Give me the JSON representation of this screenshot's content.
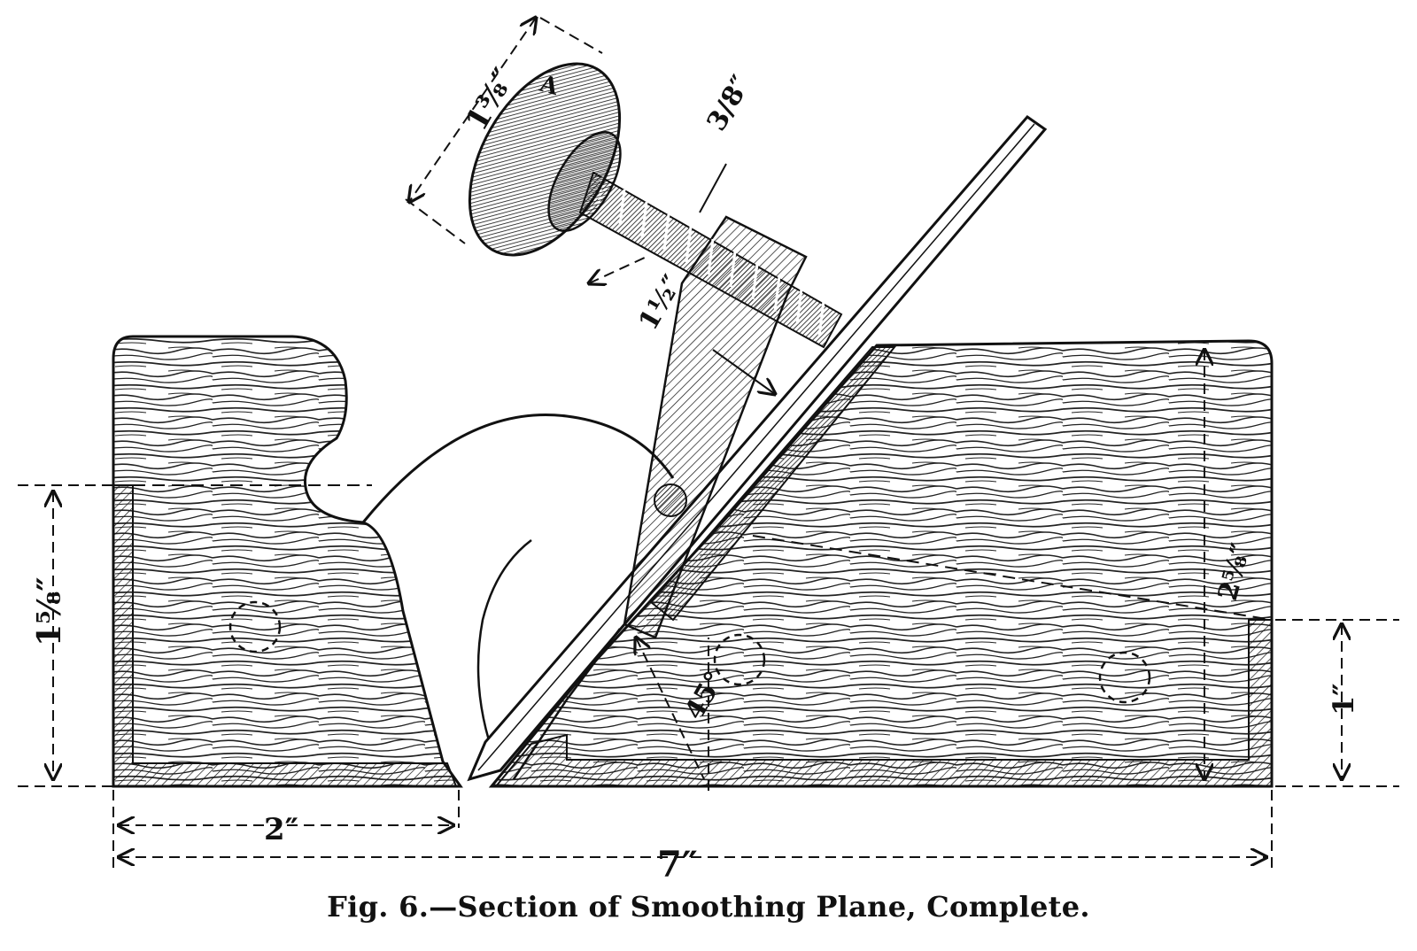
{
  "caption": "Fig. 6.—Section of Smoothing Plane, Complete.",
  "labels": {
    "knob": "A",
    "knob_diameter": "1⅜″",
    "screw_diameter": "3/8″",
    "screw_length": "1½″",
    "angle": "45°",
    "front_height": "1⅝″",
    "body_height": "2⅝″",
    "rear_height": "1″",
    "mouth_distance": "2″",
    "total_length": "7″"
  }
}
